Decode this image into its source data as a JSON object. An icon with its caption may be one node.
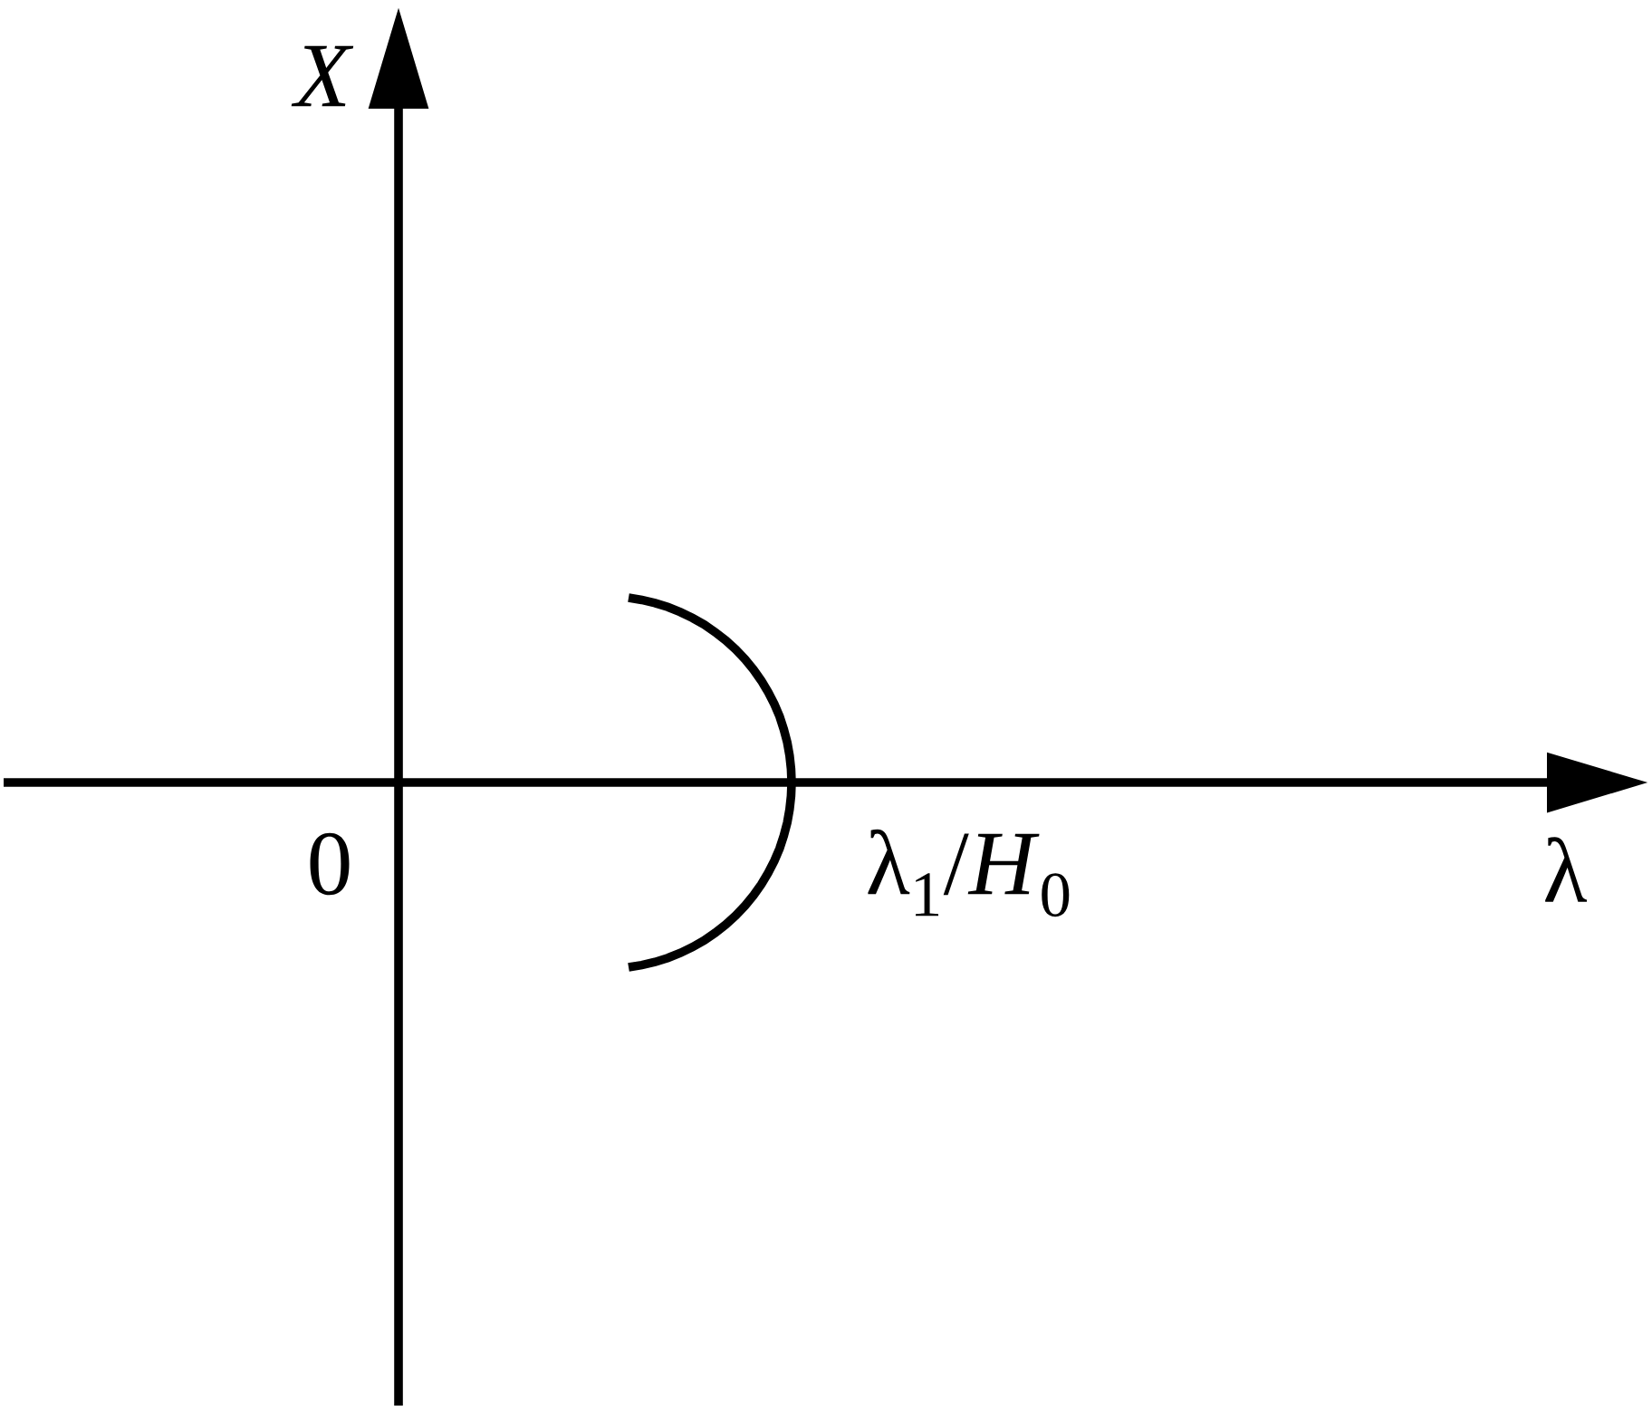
{
  "diagram": {
    "labels": [
      "X",
      "0",
      "λ$_{1}$/*H*$_{0}$",
      "λ"
    ]
  }
}
